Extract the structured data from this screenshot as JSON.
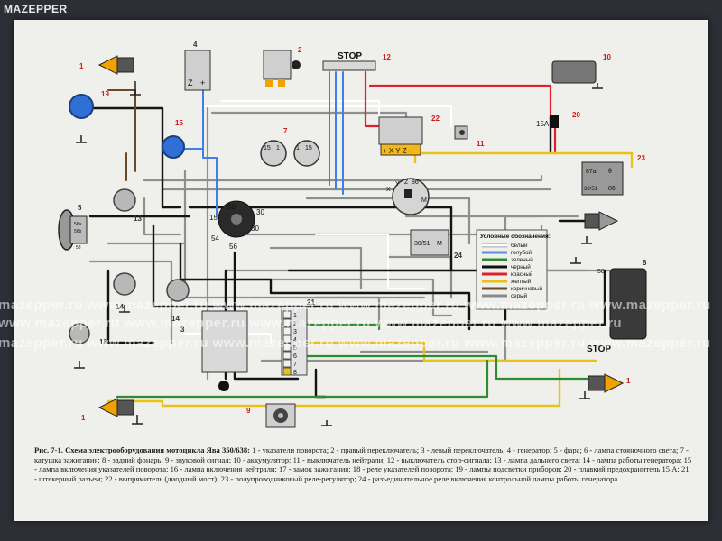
{
  "brand": "MAZEPPER",
  "watermarks": [
    "mazepper.ru www.mazepper.ru www.mazepper.ru www.mazepper.ru www.mazepper.ru www.mazepper.ru",
    "www.mazepper.ru www.mazepper.ru www.mazepper.ru www.mazepper.ru www.mazepper.ru",
    "mazepper.ru www.mazepper.ru www.mazepper.ru www.mazepper.ru www.mazepper.ru www.mazepper.ru"
  ],
  "caption": {
    "title": "Рис. 7-1. Схема электрооборудования мотоцикла Ява 350/638:",
    "text": " 1 - указатели поворота; 2 - правый переключатель; 3 - левый переключатель; 4 - генератор; 5 - фара; 6 - лампа стояночного света; 7 - катушка зажигания; 8 - задний фонарь; 9 - звуковой сигнал; 10 - аккумулятор; 11 - выключатель нейтрали; 12 - выключатель стоп-сигнала; 13 - лампа дальнего света; 14 - лампа работы генератора; 15 - лампа включения указателей поворота; 16 - лампа включения нейтрали; 17 - замок зажигания; 18 - реле указателей поворота; 19 - лампы подсветки приборов; 20 - плавкий предохранитель 15 А; 21 - штекерный разъем; 22 - выпрямитель (диодный мост); 23 - полупроводниковый реле-регулятор; 24 - разъединительное реле включения контрольной лампы работы генератора"
  },
  "labels": {
    "stop_top": "STOP",
    "stop_bottom": "STOP",
    "fuse": "15A",
    "gen_z": "Z",
    "gen_plus": "+",
    "rect_pins": "+ X Y Z -",
    "reg_87a": "87a",
    "reg_theta": "θ",
    "reg_3051": "30/51",
    "reg_86": "86",
    "relay_3051": "30/51",
    "relay_m": "M",
    "lock_15": "15",
    "lock_58": "58",
    "lock_30a": "30",
    "lock_30b": "30",
    "lock_54": "54",
    "lock_56": "56",
    "coil_15a": "15",
    "coil_1a": "1",
    "coil_1b": "1",
    "coil_15b": "15",
    "z86_x": "X",
    "z86_y": "Y",
    "z86_z": "Z",
    "z86_86": "86",
    "z86_m": "M",
    "tail_58": "58",
    "hl_56a": "56a",
    "hl_56b": "56b",
    "hl_58": "58"
  },
  "components": {
    "n1a": "1",
    "n1b": "1",
    "n1c": "1",
    "n2": "2",
    "n3": "3",
    "n4": "4",
    "n5": "5",
    "n7": "7",
    "n8": "8",
    "n9": "9",
    "n10": "10",
    "n11": "11",
    "n12": "12",
    "n13": "13",
    "n14a": "14",
    "n14b": "14",
    "n15": "15",
    "n18": "18",
    "n19": "19",
    "n20": "20",
    "n21": "21",
    "n22": "22",
    "n23": "23",
    "n24": "24"
  },
  "connector_pins": [
    "1",
    "2",
    "3",
    "4",
    "5",
    "6",
    "7",
    "8"
  ],
  "legend": {
    "title": "Условные обозначения:",
    "items": [
      {
        "label": "белый",
        "color": "#ffffff"
      },
      {
        "label": "голубой",
        "color": "#5a8fe0"
      },
      {
        "label": "зеленый",
        "color": "#2e8b2e"
      },
      {
        "label": "черный",
        "color": "#111111"
      },
      {
        "label": "красный",
        "color": "#e0202e"
      },
      {
        "label": "желтый",
        "color": "#e8c21a"
      },
      {
        "label": "коричневый",
        "color": "#6b4a2a"
      },
      {
        "label": "серый",
        "color": "#8a8a8a"
      }
    ]
  },
  "colors": {
    "white": "#ffffff",
    "blue": "#3f7fe6",
    "green": "#2e8b2e",
    "black": "#151515",
    "red": "#e0202e",
    "yellow": "#e8c21a",
    "brown": "#6b4a2a",
    "gray": "#8a8a8a",
    "orange": "#f2a200",
    "label_red": "#d01818",
    "paper": "#efefec"
  }
}
